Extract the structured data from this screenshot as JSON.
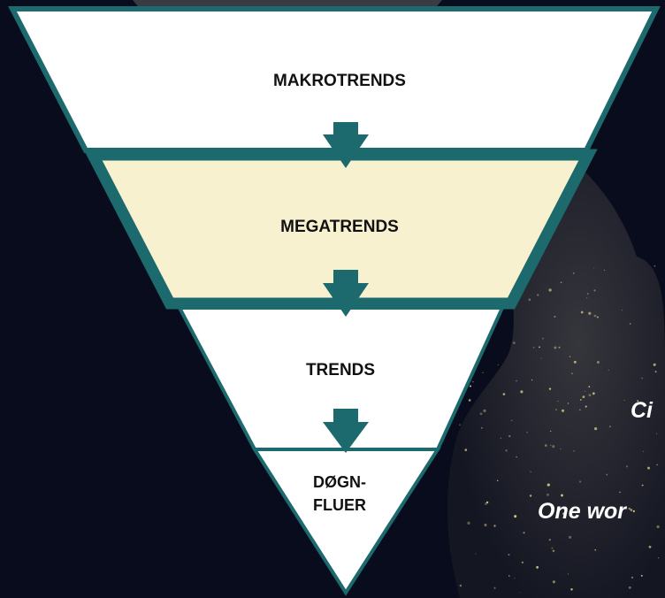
{
  "funnel": {
    "levels": [
      {
        "label": "MAKROTRENDS",
        "fill": "#ffffff"
      },
      {
        "label": "MEGATRENDS",
        "fill": "#f8f1cf"
      },
      {
        "label": "TRENDS",
        "fill": "#ffffff"
      },
      {
        "label": "DØGN-\nFLUER",
        "fill": "#ffffff"
      }
    ],
    "border_color": "#1d6a6e",
    "arrow_color": "#1d6a6e"
  },
  "background_text": {
    "line1": "Ci",
    "line2": "One wor"
  },
  "colors": {
    "background": "#080c1c",
    "land": "#2a2a33",
    "city_lights": "#e8d58a"
  }
}
